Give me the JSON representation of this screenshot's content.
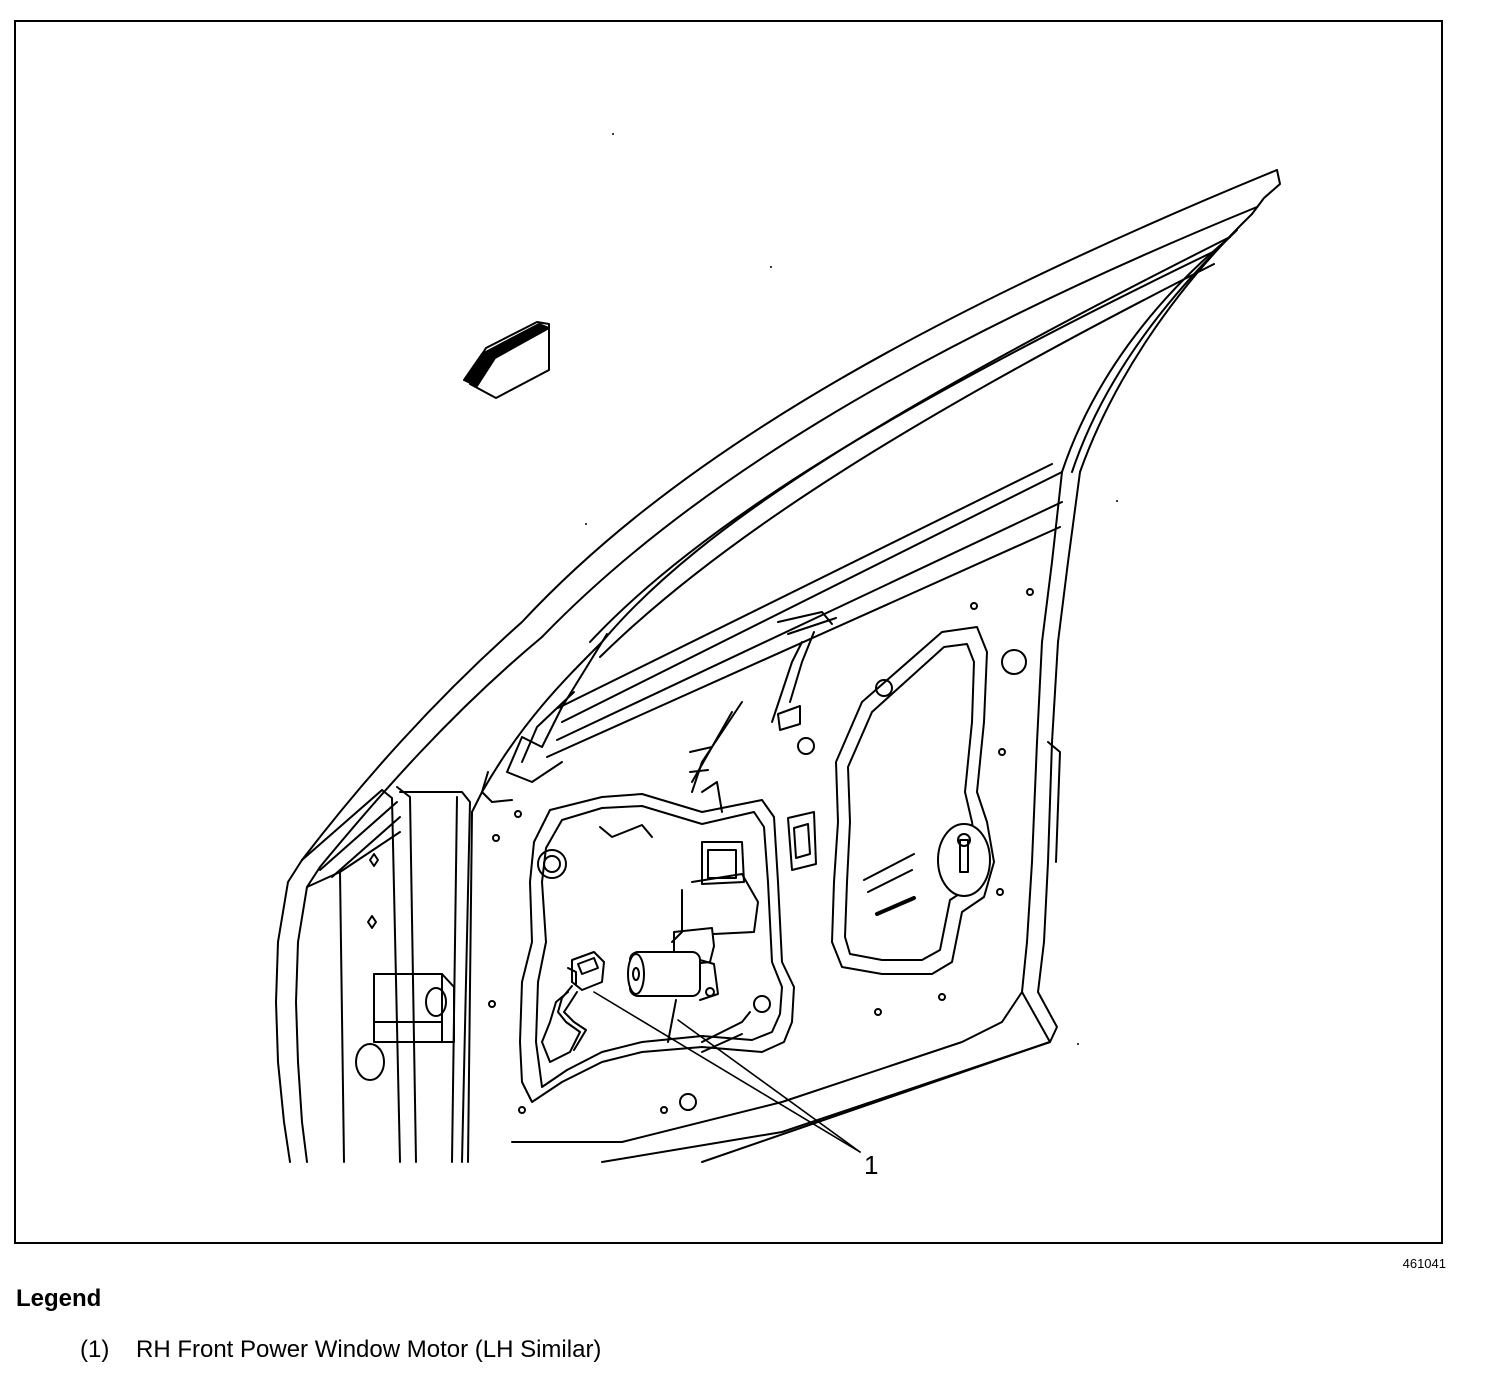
{
  "figure": {
    "id": "461041",
    "callouts": [
      {
        "number": "1",
        "part": "window-motor-and-connector"
      }
    ],
    "icons": [
      "direction-arrow-icon"
    ]
  },
  "legend": {
    "title": "Legend",
    "items": [
      {
        "number": "(1)",
        "label": "RH Front Power Window Motor (LH Similar)"
      }
    ]
  }
}
